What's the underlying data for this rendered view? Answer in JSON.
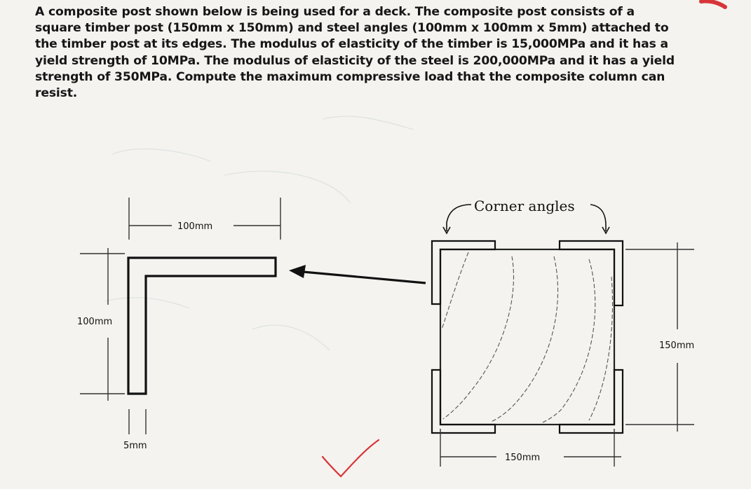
{
  "problem": {
    "lines": [
      "A composite post shown below is being used for a deck.  The composite post consists of a",
      "square timber post (150mm x 150mm) and steel angles (100mm x 100mm x 5mm) attached to",
      "the timber post at its edges.  The modulus of elasticity of the timber is 15,000MPa and it has a",
      "yield strength of 10MPa.  The modulus of elasticity of the steel is 200,000MPa and it has a yield",
      "strength of 350MPa.  Compute the maximum compressive load that the composite column can",
      "resist."
    ]
  },
  "angle_detail": {
    "dim_leg_horizontal": "100mm",
    "dim_leg_vertical": "100mm",
    "dim_thickness": "5mm"
  },
  "section": {
    "callout": "Corner angles",
    "dim_width": "150mm",
    "dim_height": "150mm"
  },
  "colors": {
    "ink": "#111111",
    "paper": "#f4f3ef",
    "check_mark": "#d8353a"
  }
}
